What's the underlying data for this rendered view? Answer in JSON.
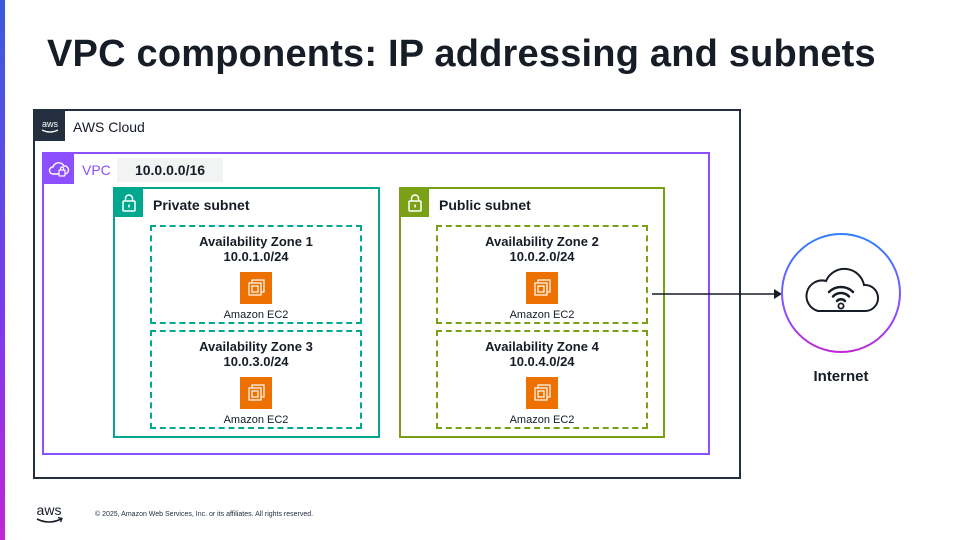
{
  "slide": {
    "title": "VPC components: IP addressing and subnets",
    "footer": "© 2025, Amazon Web Services, Inc. or its affiliates. All rights reserved.",
    "logo_text": "aws"
  },
  "aws_cloud": {
    "label": "AWS Cloud",
    "badge_text": "aws"
  },
  "vpc": {
    "label": "VPC",
    "cidr": "10.0.0.0/16"
  },
  "subnets": [
    {
      "label": "Private subnet",
      "color": "#01a88d",
      "zones": [
        {
          "name": "Availability Zone 1",
          "cidr": "10.0.1.0/24",
          "service": "Amazon EC2"
        },
        {
          "name": "Availability Zone 3",
          "cidr": "10.0.3.0/24",
          "service": "Amazon EC2"
        }
      ]
    },
    {
      "label": "Public subnet",
      "color": "#7aa116",
      "zones": [
        {
          "name": "Availability Zone 2",
          "cidr": "10.0.2.0/24",
          "service": "Amazon EC2"
        },
        {
          "name": "Availability Zone 4",
          "cidr": "10.0.4.0/24",
          "service": "Amazon EC2"
        }
      ]
    }
  ],
  "internet": {
    "label": "Internet",
    "icon": "cloud-wifi-icon"
  },
  "colors": {
    "vpc": "#8c4fff",
    "aws_cloud": "#232f3e",
    "ec2": "#ed7100"
  }
}
